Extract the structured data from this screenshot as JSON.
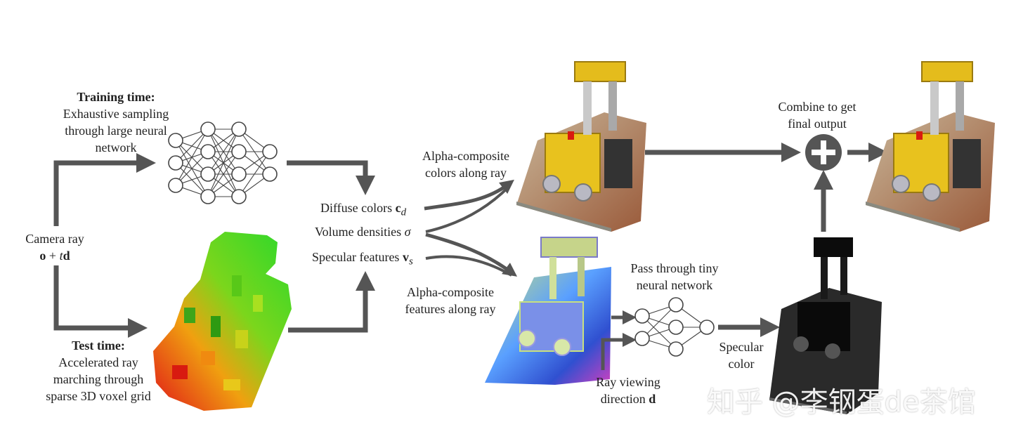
{
  "training": {
    "heading": "Training time:",
    "line1": "Exhaustive sampling",
    "line2": "through large neural",
    "line3": "network"
  },
  "camera_ray": {
    "label": "Camera ray",
    "formula_o": "o",
    "formula_plus": " + ",
    "formula_t": "t",
    "formula_d": "d"
  },
  "test": {
    "heading": "Test time:",
    "line1": "Accelerated ray",
    "line2": "marching through",
    "line3": "sparse 3D voxel grid"
  },
  "outputs": {
    "diffuse": "Diffuse colors ",
    "diffuse_sym": "c",
    "diffuse_sub": "d",
    "density": "Volume densities ",
    "density_sym": "σ",
    "specular": "Specular features ",
    "specular_sym": "v",
    "specular_sub": "s"
  },
  "composite_colors": {
    "line1": "Alpha-composite",
    "line2": "colors along ray"
  },
  "composite_features": {
    "line1": "Alpha-composite",
    "line2": "features along ray"
  },
  "tiny_net": {
    "line1": "Pass through tiny",
    "line2": "neural network"
  },
  "ray_dir": {
    "line1": "Ray viewing",
    "line2": "direction ",
    "sym": "d"
  },
  "specular_color": {
    "line1": "Specular",
    "line2": "color"
  },
  "combine": {
    "line1": "Combine to get",
    "line2": "final output"
  },
  "watermark": "知乎 @李钢蛋de茶馆",
  "colors": {
    "arrow": "#555555",
    "node": "#444444"
  }
}
